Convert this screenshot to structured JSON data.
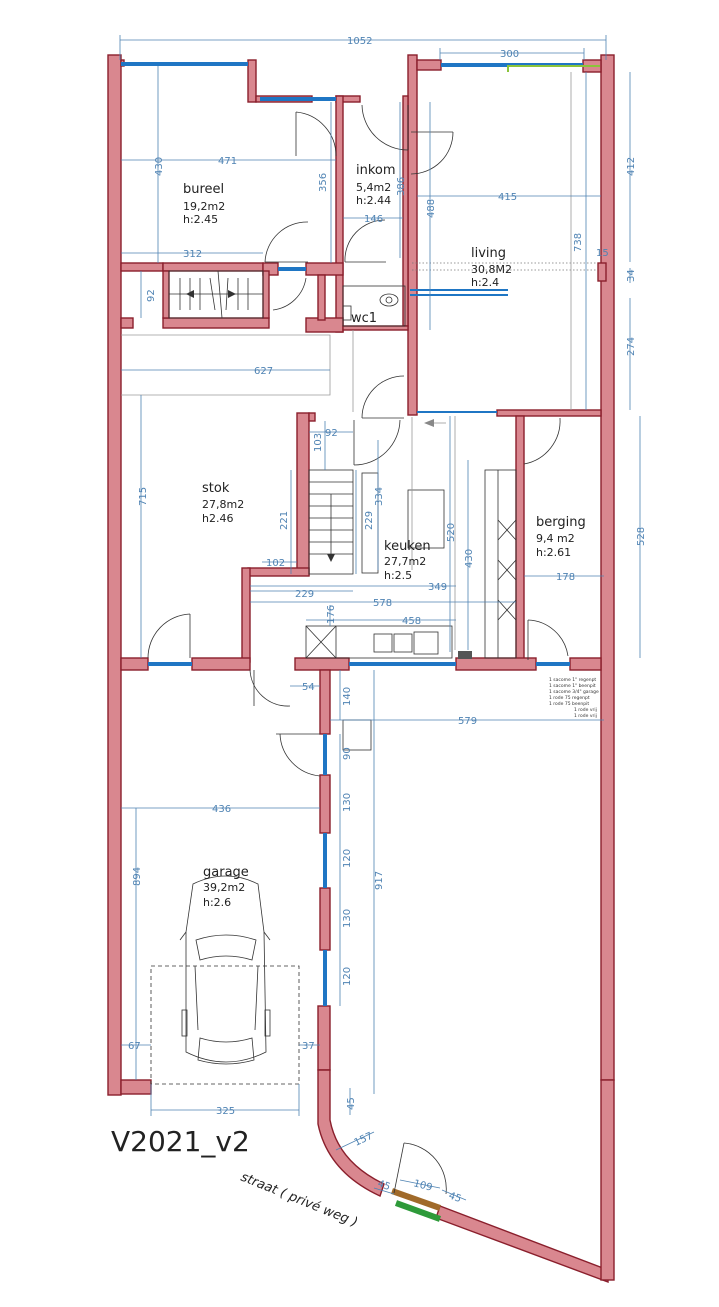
{
  "title": "V2021_v2",
  "street_label": "straat ( privé weg )",
  "rooms": {
    "bureel": {
      "name": "bureel",
      "area": "19,2m2",
      "height": "h:2.45"
    },
    "inkom": {
      "name": "inkom",
      "area": "5,4m2",
      "height": "h:2.44"
    },
    "living": {
      "name": "living",
      "area": "30,8M2",
      "height": "h:2.4"
    },
    "wc": {
      "name": "wc1"
    },
    "stok": {
      "name": "stok",
      "area": "27,8m2",
      "height": "h2.46"
    },
    "keuken": {
      "name": "keuken",
      "area": "27,7m2",
      "height": "h:2.5"
    },
    "berging": {
      "name": "berging",
      "area": "9,4 m2",
      "height": "h:2.61"
    },
    "garage": {
      "name": "garage",
      "area": "39,2m2",
      "height": "h:2.6"
    }
  },
  "dimensions": {
    "d1052": "1052",
    "d300": "300",
    "d471": "471",
    "d430": "430",
    "d356": "356",
    "d386": "386",
    "d146": "146",
    "d488": "488",
    "d415": "415",
    "d412": "412",
    "d738": "738",
    "d15": "15",
    "d34": "34",
    "d274": "274",
    "d312": "312",
    "d92a": "92",
    "d627": "627",
    "d92b": "92",
    "d103": "103",
    "d715": "715",
    "d334": "334",
    "d221": "221",
    "d229a": "229",
    "d520": "520",
    "d430b": "430",
    "d528": "528",
    "d102": "102",
    "d229b": "229",
    "d349": "349",
    "d178": "178",
    "d578": "578",
    "d176": "176",
    "d458": "458",
    "d54": "54",
    "d140": "140",
    "d579": "579",
    "d90": "90",
    "d436": "436",
    "d130a": "130",
    "d120a": "120",
    "d917": "917",
    "d894": "894",
    "d130b": "130",
    "d120b": "120",
    "d67": "67",
    "d37": "37",
    "d45a": "45",
    "d325": "325",
    "d157": "157",
    "d45b": "45",
    "d109": "109",
    "d45c": "45"
  },
  "notes": [
    "1 sacome 1\" regenpt",
    "1 sacome 1\" beenpit",
    "1 sacome 3/4\" garage",
    "1 rode 75 regenpt",
    "1 rode 75 beenpit",
    "1 rode vrij",
    "1 rode vrij"
  ],
  "colors": {
    "wall": "#d9878f",
    "window": "#1f76c4",
    "dimension": "#4f83b3",
    "gate": "#2e9a3a"
  }
}
